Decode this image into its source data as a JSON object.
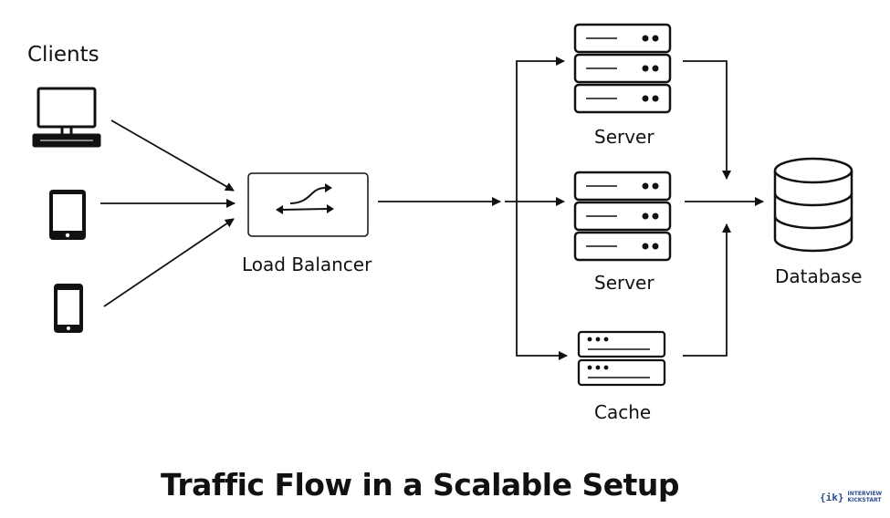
{
  "labels": {
    "clients": "Clients",
    "load_balancer": "Load Balancer",
    "server_1": "Server",
    "server_2": "Server",
    "cache": "Cache",
    "database": "Database"
  },
  "title": "Traffic Flow in a Scalable Setup",
  "brand": {
    "mark": "{ik}",
    "line1": "INTERVIEW",
    "line2": "KICKSTART"
  },
  "colors": {
    "stroke": "#111111",
    "background": "#ffffff",
    "brand": "#2a4e8c"
  },
  "icons": [
    "desktop-icon",
    "tablet-icon",
    "phone-icon",
    "load-balancer-icon",
    "server-icon",
    "cache-icon",
    "database-icon"
  ]
}
